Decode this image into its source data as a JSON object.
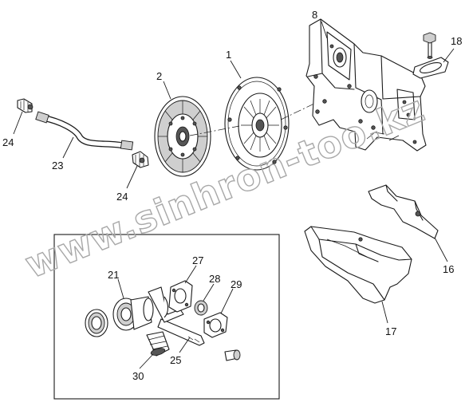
{
  "watermark": {
    "text": "www.sinhron-too.kz"
  },
  "callouts": {
    "c1": "1",
    "c2": "2",
    "c8": "8",
    "c18": "18",
    "c24a": "24",
    "c23": "23",
    "c24b": "24",
    "c16": "16",
    "c17": "17",
    "c21": "21",
    "c27": "27",
    "c28": "28",
    "c29": "29",
    "c25": "25",
    "c30": "30"
  }
}
